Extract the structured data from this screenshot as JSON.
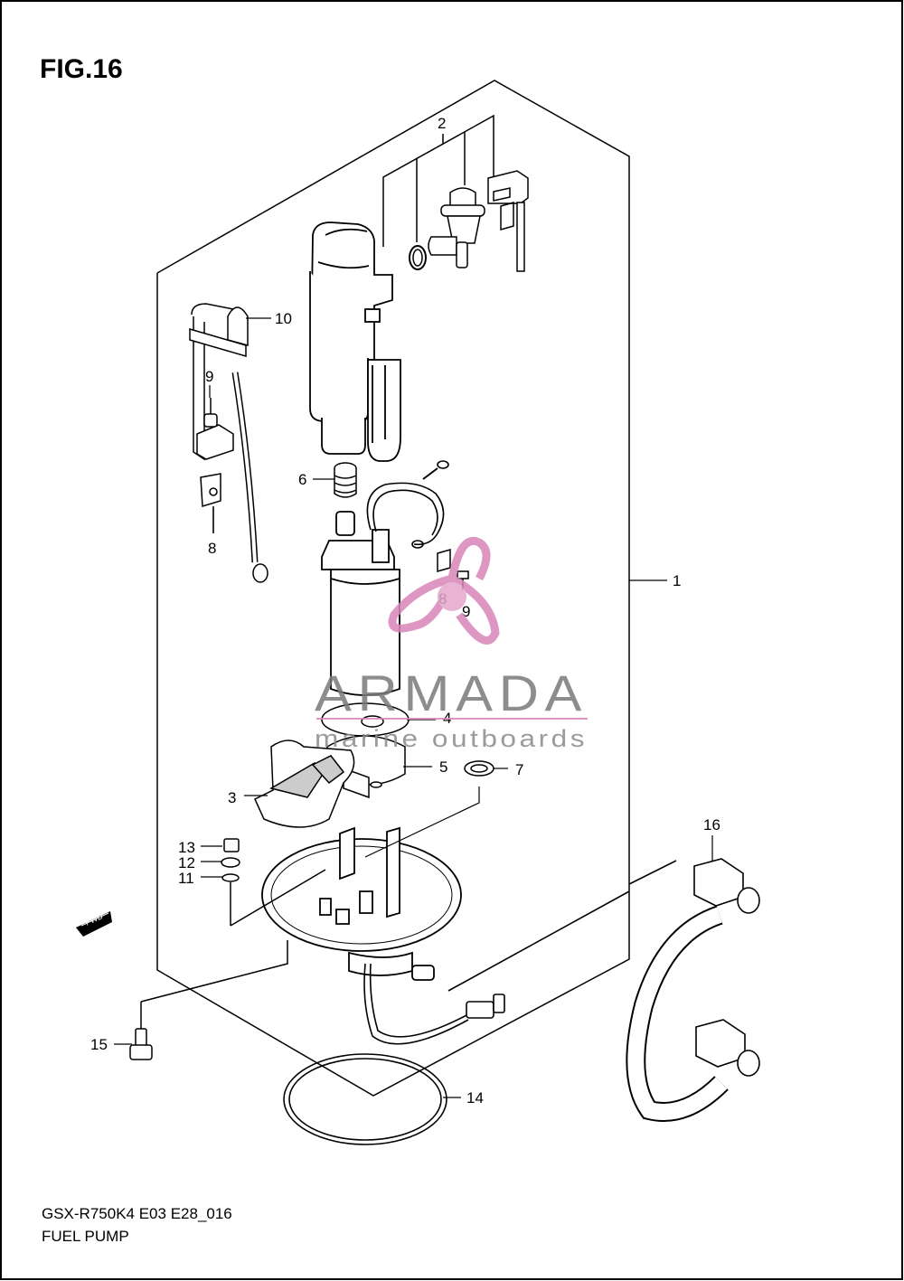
{
  "figure": {
    "title": "FIG.16",
    "model_code": "GSX-R750K4 E03 E28_016",
    "name": "FUEL PUMP"
  },
  "watermark": {
    "brand": "ARMADA",
    "tagline": "marine outboards",
    "color": "#d986b8"
  },
  "direction_marker": "FWD",
  "callouts": [
    "1",
    "2",
    "3",
    "4",
    "5",
    "6",
    "7",
    "8",
    "9",
    "10",
    "11",
    "12",
    "13",
    "14",
    "15",
    "16"
  ],
  "callouts_extra": [
    "8",
    "9"
  ]
}
